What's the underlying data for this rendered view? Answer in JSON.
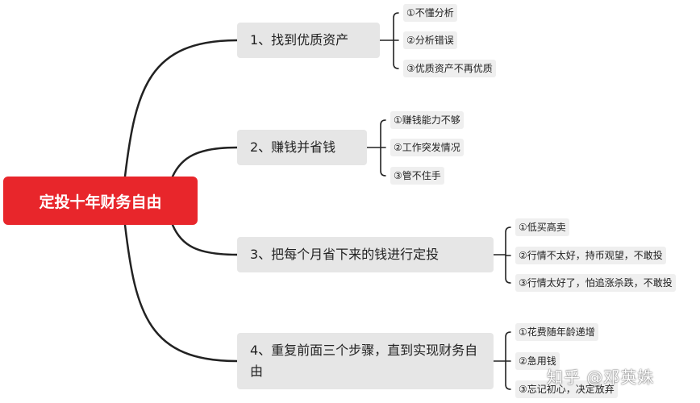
{
  "root": {
    "label": "定投十年财务自由"
  },
  "branches": [
    {
      "label": "1、找到优质资产",
      "items": [
        "①不懂分析",
        "②分析错误",
        "③优质资产不再优质"
      ]
    },
    {
      "label": "2、赚钱并省钱",
      "items": [
        "①赚钱能力不够",
        "②工作突发情况",
        "③管不住手"
      ]
    },
    {
      "label": "3、把每个月省下来的钱进行定投",
      "items": [
        "①低买高卖",
        "②行情不太好，持币观望，不敢投",
        "③行情太好了，怕追涨杀跌，不敢投"
      ]
    },
    {
      "label": "4、重复前面三个步骤，直到实现财务自由",
      "items": [
        "①花费随年龄递增",
        "②急用钱",
        "③忘记初心，决定放弃"
      ]
    }
  ],
  "watermark": "知乎 @邓英姝",
  "colors": {
    "root": "#e8262b",
    "branch_bg": "#e6e6e6",
    "leaf_bg": "#efefef",
    "line": "#222222"
  }
}
